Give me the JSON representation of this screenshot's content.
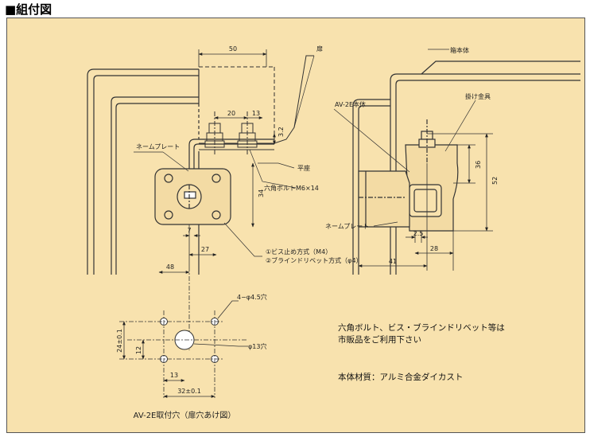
{
  "header": {
    "title": "■組付図"
  },
  "labels": {
    "door": "扉",
    "box_body": "箱本体",
    "av2e_body": "AV-2E本体",
    "hook_bracket": "掛け金具",
    "name_plate_left": "ネームプレート",
    "name_plate_right": "ネームプレート",
    "flat_washer": "平座",
    "hex_bolt": "六角ボルトM6×14",
    "fix_method_1": "①ビス止め方式（M4）",
    "fix_method_2": "②ブラインドリベット方式（φ4）",
    "holes_4": "4−φ4.5穴",
    "hole_13": "φ13穴",
    "hole_caption": "AV-2E取付穴（扉穴あけ図）"
  },
  "dimensions": {
    "d50": "50",
    "d20": "20",
    "d13a": "13",
    "d3_2": "3.2",
    "d34": "34",
    "d7": "7",
    "d27": "27",
    "d48": "48",
    "d36": "36",
    "d52": "52",
    "d2_5": "2.5",
    "d28": "28",
    "d41": "41",
    "d24": "24±0.1",
    "d12": "12",
    "d13b": "13",
    "d32": "32±0.1"
  },
  "notes": {
    "line1": "六角ボルト、ビス・ブラインドリベット等は",
    "line2": "市販品をご利用下さい",
    "material": "本体材質：アルミ合金ダイカスト"
  }
}
